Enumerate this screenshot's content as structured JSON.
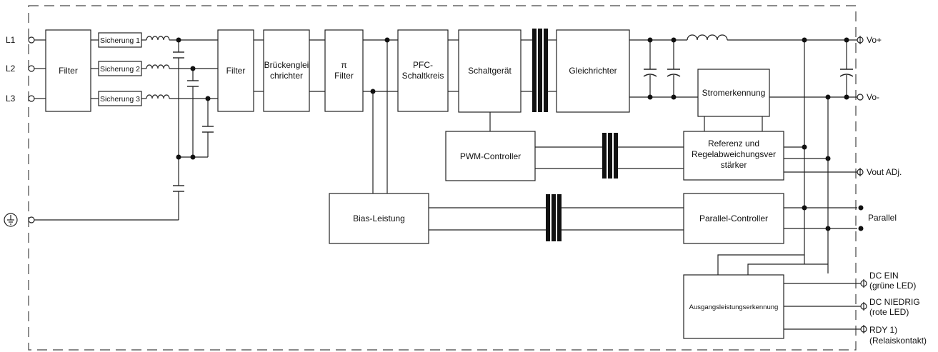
{
  "inputs": {
    "l1": "L1",
    "l2": "L2",
    "l3": "L3"
  },
  "blocks": {
    "filter1": "Filter",
    "fuse1": "Sicherung 1",
    "fuse2": "Sicherung 2",
    "fuse3": "Sicherung 3",
    "filter2": "Filter",
    "bridge_line1": "Brückenglei",
    "bridge_line2": "chrichter",
    "pi_line1": "π",
    "pi_line2": "Filter",
    "pfc_line1": "PFC-",
    "pfc_line2": "Schaltkreis",
    "switch": "Schaltgerät",
    "rectifier": "Gleichrichter",
    "current_sense": "Stromerkennung",
    "pwm": "PWM-Controller",
    "ref_line1": "Referenz und",
    "ref_line2": "Regelabweichungsver",
    "ref_line3": "stärker",
    "bias": "Bias-Leistung",
    "parallel_ctrl": "Parallel-Controller",
    "output_detect": "Ausgangsleistungserkennung"
  },
  "outputs": {
    "vo_plus": "Vo+",
    "vo_minus": "Vo-",
    "vout_adj": "Vout ADj.",
    "parallel": "Parallel",
    "dc_ein_1": "DC EIN",
    "dc_ein_2": "(grüne LED)",
    "dc_niedrig_1": "DC NIEDRIG",
    "dc_niedrig_2": "(rote LED)",
    "rdy_1": "RDY 1)",
    "rdy_2": "(Relaiskontakt)"
  }
}
